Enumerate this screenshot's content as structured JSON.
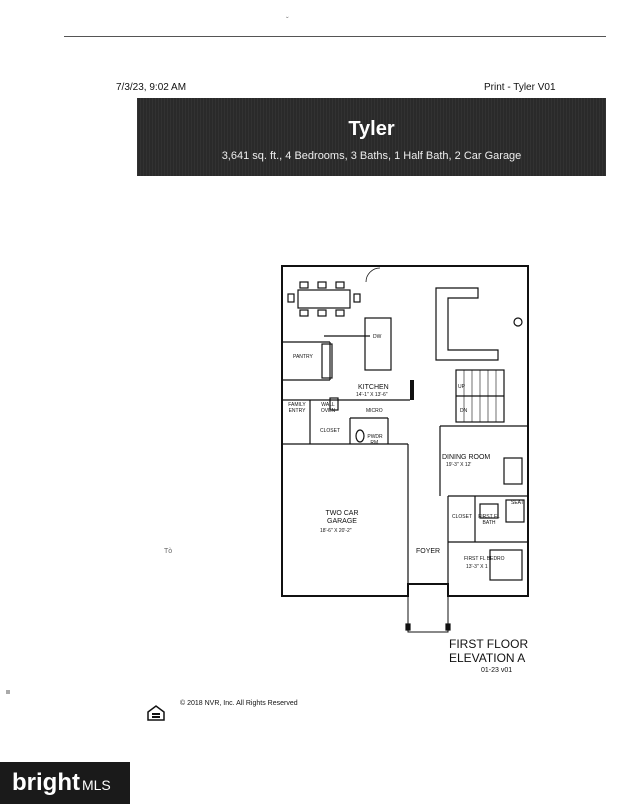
{
  "header": {
    "date": "7/3/23, 9:02 AM",
    "print_label": "Print - Tyler V01"
  },
  "banner": {
    "title": "Tyler",
    "subtitle": "3,641 sq. ft., 4 Bedrooms, 3 Baths, 1 Half Bath, 2 Car Garage"
  },
  "floorplan": {
    "labels": {
      "pantry": "PANTRY",
      "kitchen": "KITCHEN",
      "kitchen_dim": "14'-1\" X 13'-6\"",
      "family_entry": "FAMILY ENTRY",
      "wall_oven": "WALL OVEN",
      "micro": "MICRO",
      "closet": "CLOSET",
      "pwdr": "PWDR RM.",
      "dining": "DINING ROOM",
      "dining_dim": "19'-3\" X 12'",
      "garage": "TWO CAR GARAGE",
      "garage_dim": "18'-6\" X 20'-2\"",
      "foyer": "FOYER",
      "closet2": "CLOSET",
      "first_fl_bath": "FIRST FL BATH",
      "first_fl_bedroom": "FIRST FL BEDRO",
      "bedroom_dim": "13'-3\" X 1",
      "up": "UP",
      "dn": "DN",
      "seat": "SEAT",
      "dw": "DW"
    }
  },
  "captions": {
    "line1": "FIRST FLOOR",
    "line2": "ELEVATION A",
    "version": "01-23 v01"
  },
  "footer": {
    "copyright": "© 2018 NVR, Inc. All Rights Reserved",
    "stray_mark": "Tò"
  },
  "watermark": {
    "brand": "bright",
    "mls": "MLS"
  }
}
